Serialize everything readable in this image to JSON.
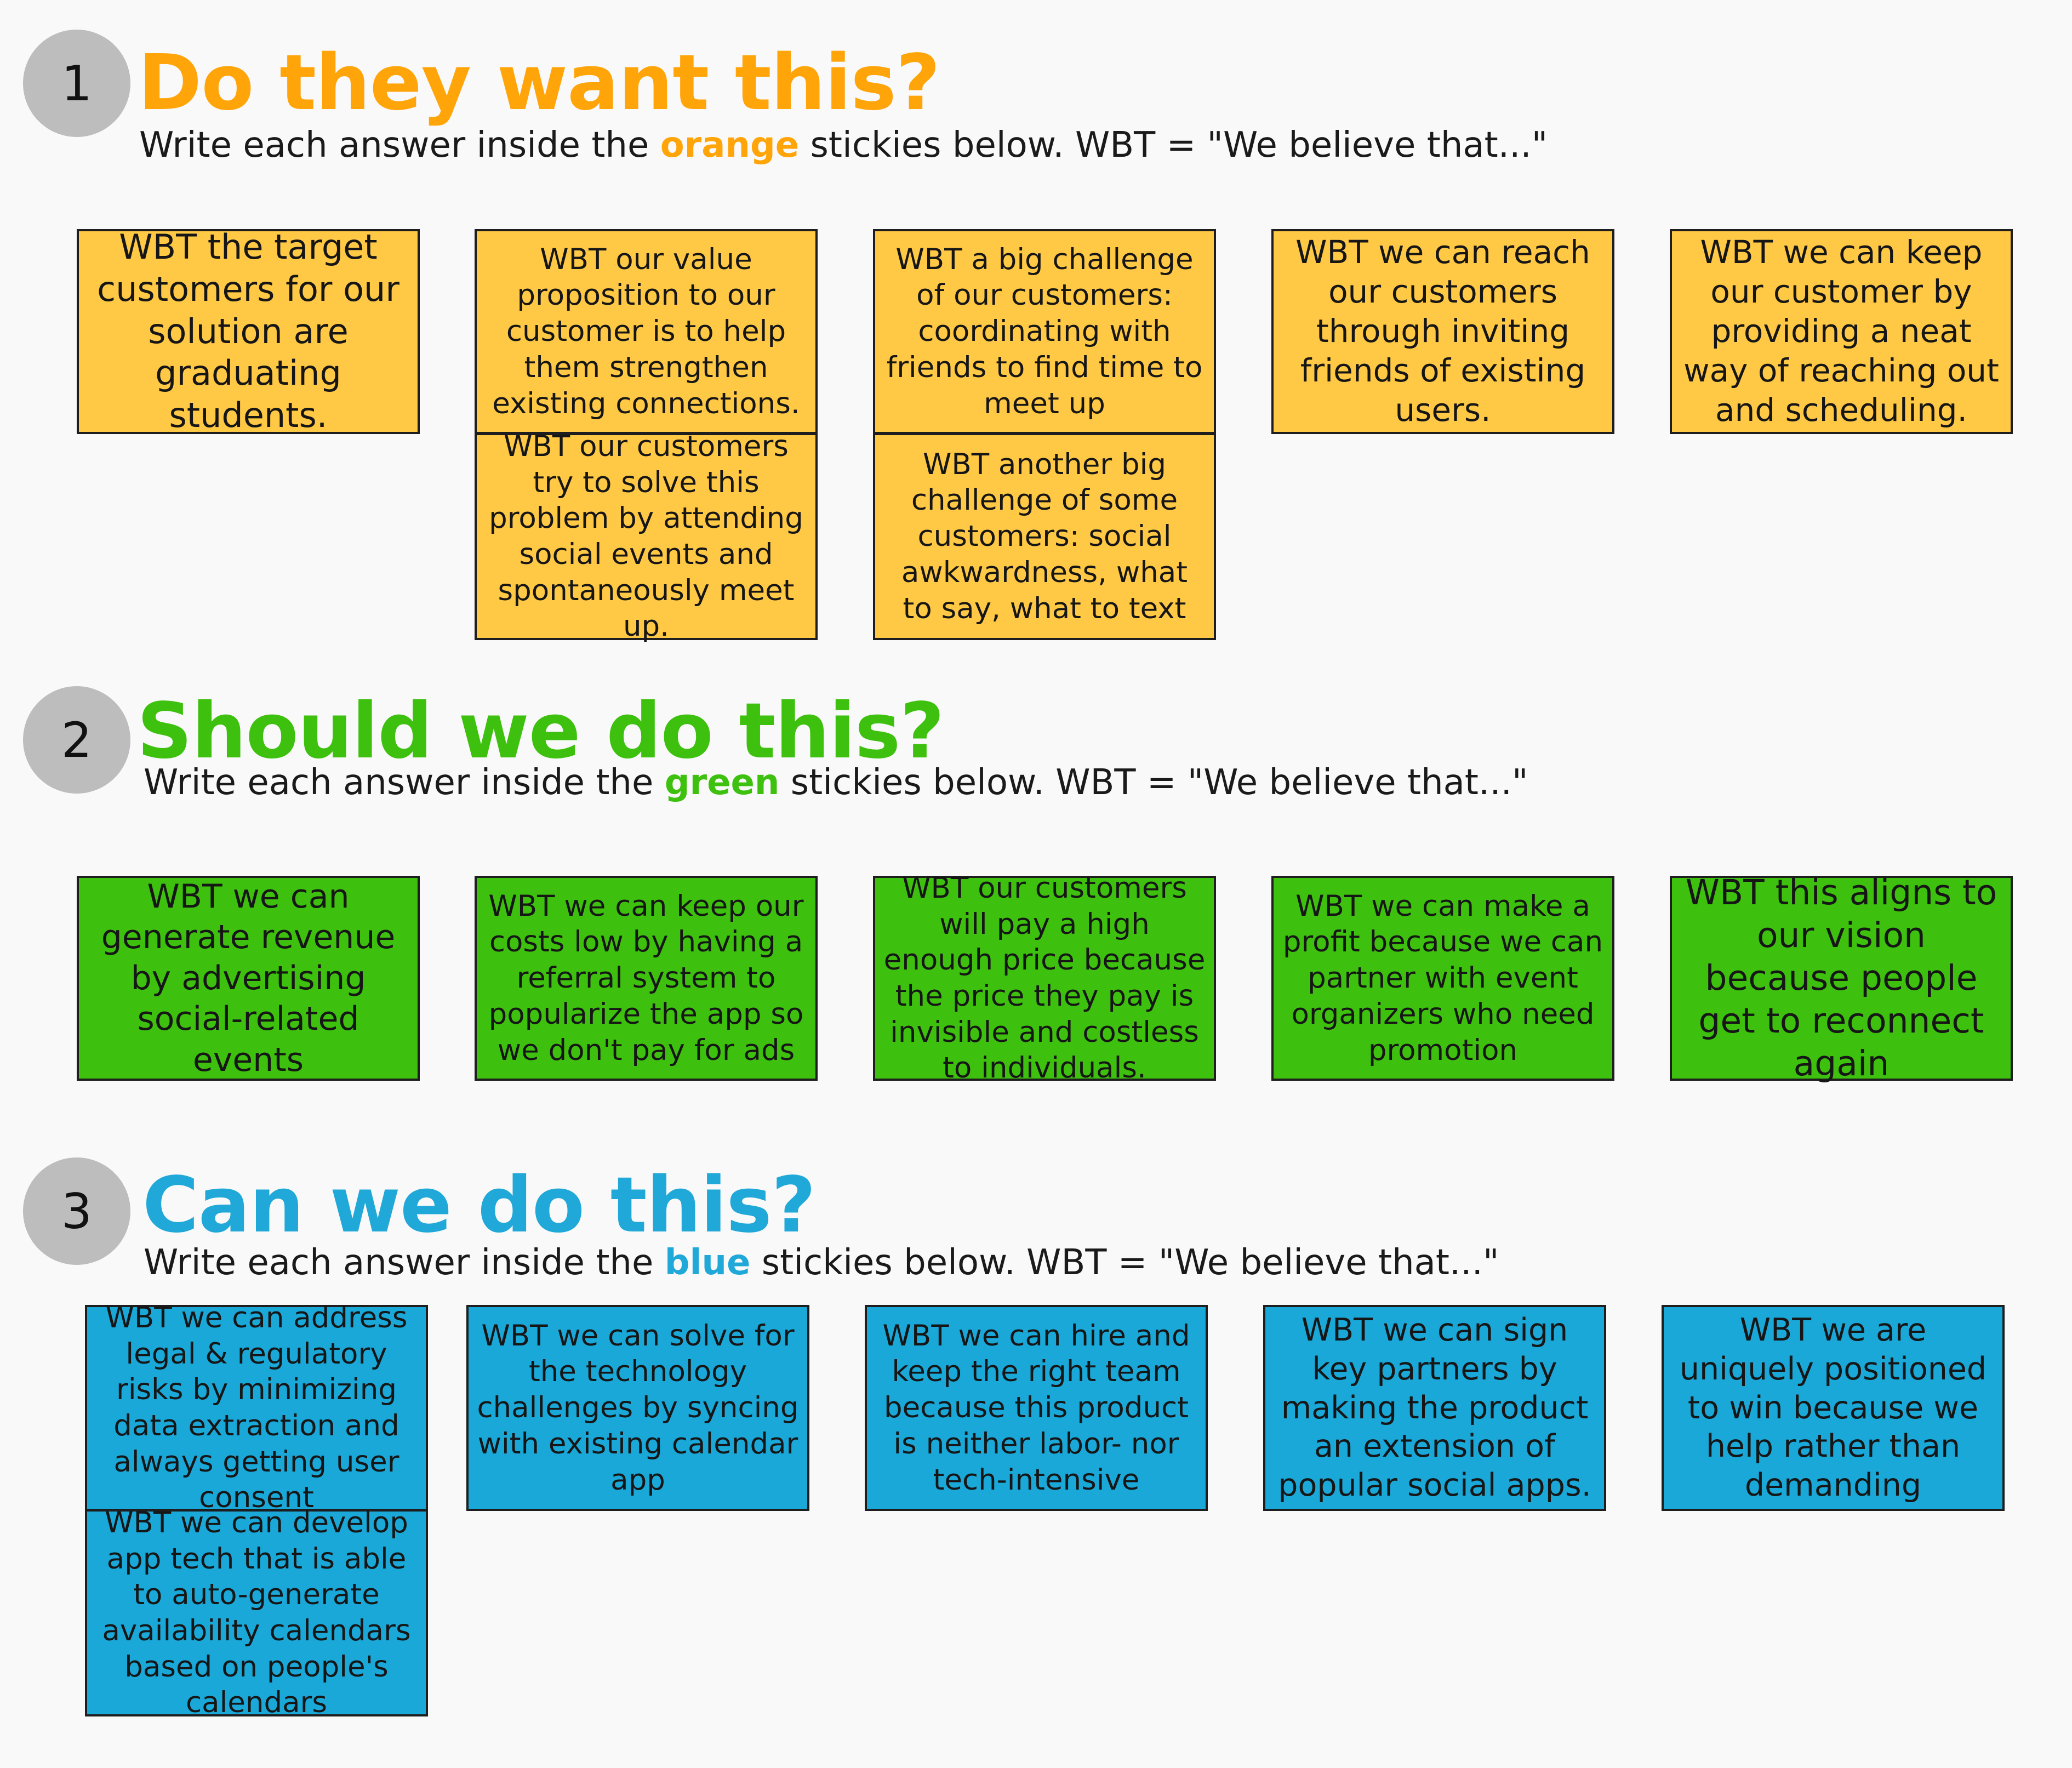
{
  "colors": {
    "orange": "#ffa50a",
    "green": "#3dc10e",
    "blue": "#1fa8d8",
    "orange_sticky": "#ffc845",
    "green_sticky": "#3dc10e",
    "blue_sticky": "#1aa8d9",
    "circle": "#bdbdbd"
  },
  "sections": [
    {
      "number": "1",
      "title": "Do they want this?",
      "subtitle_before": "Write each answer inside the ",
      "keyword": "orange",
      "subtitle_after": " stickies below. WBT = \"We believe that...\"",
      "stickies": [
        "WBT the target customers for our solution are graduating students.",
        "WBT our value proposition to our customer is to help them strengthen existing connections.",
        "WBT our customers try to solve this problem by attending social events and spontaneously meet up.",
        "WBT a big challenge of our customers: coordinating with friends to find time to meet up",
        "WBT another big challenge of some customers: social awkwardness, what to say, what to text",
        "WBT we can reach our customers through inviting friends of existing users.",
        "WBT we can keep our customer by providing a neat way of reaching out and scheduling."
      ]
    },
    {
      "number": "2",
      "title": "Should we do this?",
      "subtitle_before": "Write each answer inside the ",
      "keyword": "green",
      "subtitle_after": " stickies below. WBT = \"We believe that...\"",
      "stickies": [
        "WBT we can generate revenue by advertising social-related events",
        "WBT we can keep our costs low by having a referral system to popularize the app so we don't pay for ads",
        "WBT our customers will pay a high enough price because the price they pay is invisible and costless to individuals.",
        "WBT we can make a profit because we can partner with event organizers who need promotion",
        "WBT this aligns to our vision because people get to reconnect again"
      ]
    },
    {
      "number": "3",
      "title": "Can we do this?",
      "subtitle_before": "Write each answer inside the ",
      "keyword": "blue",
      "subtitle_after": " stickies below. WBT = \"We believe that...\"",
      "stickies": [
        "WBT we can address legal & regulatory risks by minimizing data extraction and always getting user consent",
        "WBT we can develop app tech that is able to auto-generate availability calendars based on people's calendars",
        "WBT we can solve for the technology challenges by syncing with existing calendar app",
        "WBT we can hire and keep the right team because this product is neither labor- nor tech-intensive",
        "WBT we can sign key partners by making the product an extension of popular social apps.",
        "WBT we are uniquely positioned to win because we help rather than demanding"
      ]
    }
  ]
}
